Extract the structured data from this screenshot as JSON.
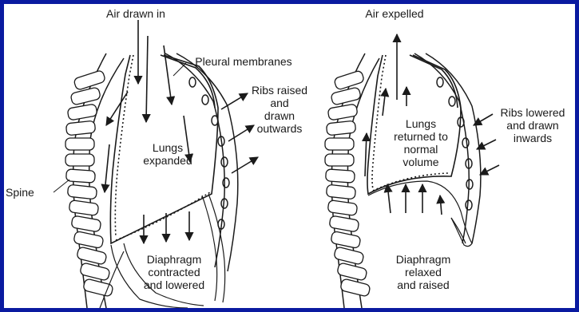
{
  "colors": {
    "background": "#0a1aa0",
    "panel": "#ffffff",
    "ink": "#1a1a1a"
  },
  "inhale": {
    "air_label": "Air drawn in",
    "pleural_label": "Pleural membranes",
    "ribs_label": "Ribs raised\nand\ndrawn\noutwards",
    "lungs_label": "Lungs\nexpanded",
    "spine_label": "Spine",
    "diaphragm_label": "Diaphragm\ncontracted\nand lowered"
  },
  "exhale": {
    "air_label": "Air expelled",
    "ribs_label": "Ribs lowered\nand drawn\ninwards",
    "lungs_label": "Lungs\nreturned to\nnormal\nvolume",
    "diaphragm_label": "Diaphragm\nrelaxed\nand raised"
  }
}
